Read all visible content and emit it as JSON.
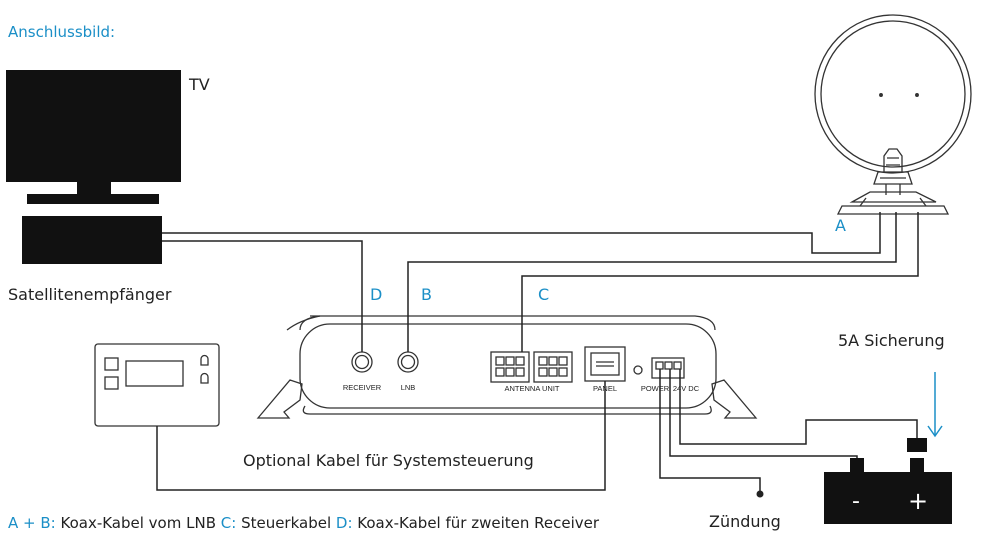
{
  "title": "Anschlussbild:",
  "devices": {
    "tv": "TV",
    "receiver": "Satellitenempfänger",
    "fuse": "5A Sicherung",
    "ignition": "Zündung",
    "optional_cable": "Optional Kabel für Systemsteuerung",
    "battery_minus": "-",
    "battery_plus": "+"
  },
  "control_box_ports": {
    "receiver": "RECEIVER",
    "lnb": "LNB",
    "antenna_unit": "ANTENNA UNIT",
    "panel": "PANEL",
    "power": "POWER",
    "dc": "24V DC"
  },
  "cable_letters": {
    "a": "A",
    "b": "B",
    "c": "C",
    "d": "D"
  },
  "legend": {
    "ab_key": "A + B:",
    "ab_text": " Koax-Kabel vom LNB ",
    "c_key": "C:",
    "c_text": " Steuerkabel ",
    "d_key": "D:",
    "d_text": " Koax-Kabel für zweiten Receiver"
  },
  "colors": {
    "accent": "#1b8fc7",
    "device": "#111111",
    "line": "#222222"
  }
}
